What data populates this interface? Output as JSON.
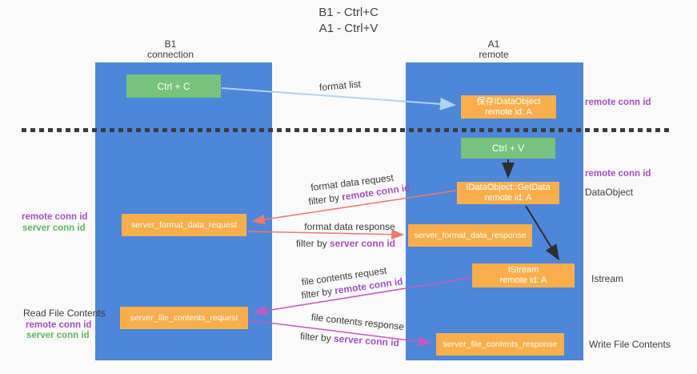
{
  "title": {
    "line1": "B1 - Ctrl+C",
    "line2": "A1 - Ctrl+V"
  },
  "columns": {
    "left": {
      "name": "B1",
      "role": "connection"
    },
    "right": {
      "name": "A1",
      "role": "remote"
    }
  },
  "boxes": {
    "ctrl_c": "Ctrl + C",
    "ctrl_v": "Ctrl + V",
    "save_idataobject": {
      "line1": "保存IDataObject",
      "line2": "remote id: A"
    },
    "getdata": {
      "line1": "IDataObject::GetData",
      "line2": "remote id: A"
    },
    "istream": {
      "line1": "IStream",
      "line2": "remote id: A"
    },
    "format_request": "server_format_data_request",
    "format_response": "server_format_data_response",
    "file_request": "server_file_contents_request",
    "file_response": "server_file_contents_response"
  },
  "arrow_labels": {
    "format_list": "format list",
    "format_data_request": "format data request",
    "format_data_response": "format data response",
    "file_contents_request": "file contents request",
    "file_contents_response": "file contents response",
    "filter_by_remote": {
      "prefix": "filter by ",
      "value": "remote conn id"
    },
    "filter_by_server": {
      "prefix": "filter by ",
      "value": "server conn id"
    }
  },
  "side_labels": {
    "remote_conn_id": "remote conn id",
    "server_conn_id": "server conn id",
    "dataobject": "DataObject",
    "istream": "Istream",
    "read_file_contents": "Read File Contents",
    "write_file_contents": "Write File Contents"
  },
  "colors": {
    "column_blue": "#4e86d8",
    "box_green": "#77c37c",
    "box_orange": "#f9ae4b",
    "purple_text": "#a44fc0",
    "green_text": "#5cb85c",
    "arrow_light_blue": "#aed4f2",
    "arrow_salmon": "#e97a72",
    "arrow_magenta": "#c35ac3",
    "arrow_black": "#2f2f2f",
    "background": "#fafafa"
  }
}
